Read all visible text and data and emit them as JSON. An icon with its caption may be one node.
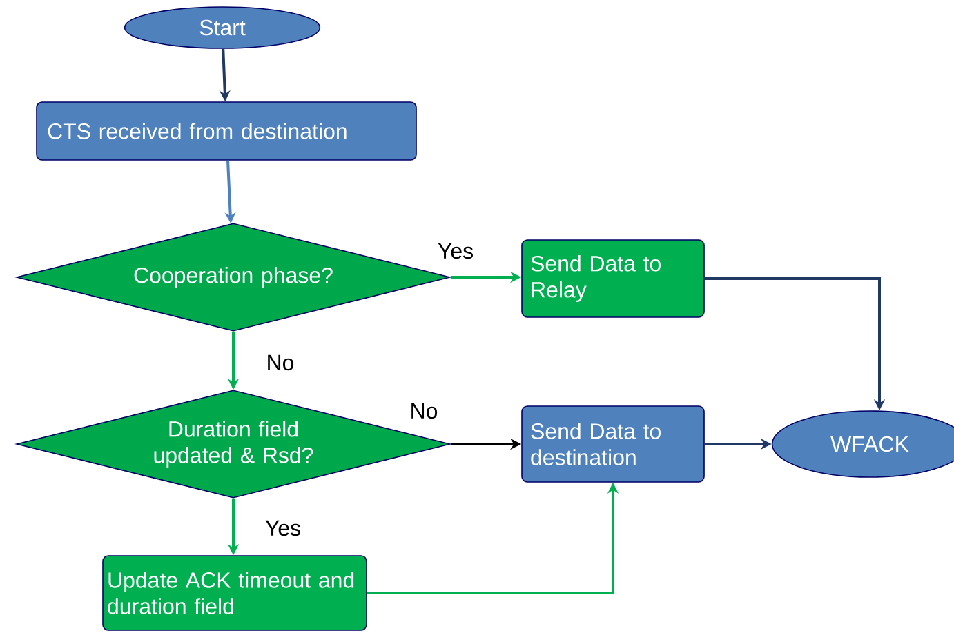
{
  "diagram": {
    "nodes": [
      {
        "text": [
          "Start"
        ]
      },
      {
        "text": [
          "CTS received from destination"
        ]
      },
      {
        "text": [
          "Cooperation phase?"
        ]
      },
      {
        "text": [
          "Send Data to Relay"
        ]
      },
      {
        "text": [
          "Duration field updated & Rsd?"
        ]
      },
      {
        "text": [
          "Send Data to destination"
        ]
      },
      {
        "text": [
          "WFACK"
        ]
      },
      {
        "text": [
          "Update ACK timeout and duration field"
        ]
      }
    ],
    "edges": [
      {
        "from": 0,
        "to": 1,
        "arrow": "to",
        "color": "#1f3864"
      },
      {
        "from": 1,
        "to": 2,
        "arrow": "to",
        "color": "#4f81bd"
      },
      {
        "from": 2,
        "to": 3,
        "arrow": "to",
        "label": "Yes"
      },
      {
        "from": 2,
        "to": 4,
        "arrow": "to",
        "label": "No"
      },
      {
        "from": 4,
        "to": 5,
        "arrow": "to",
        "label": "No",
        "color": "#000000"
      },
      {
        "from": 4,
        "to": 7,
        "arrow": "to",
        "label": "Yes"
      },
      {
        "from": 7,
        "to": 5,
        "arrow": "to"
      },
      {
        "from": 3,
        "to": 6,
        "arrow": "to",
        "color": "#1f3864"
      },
      {
        "from": 5,
        "to": 6,
        "arrow": "to",
        "color": "#1f3864"
      }
    ]
  }
}
